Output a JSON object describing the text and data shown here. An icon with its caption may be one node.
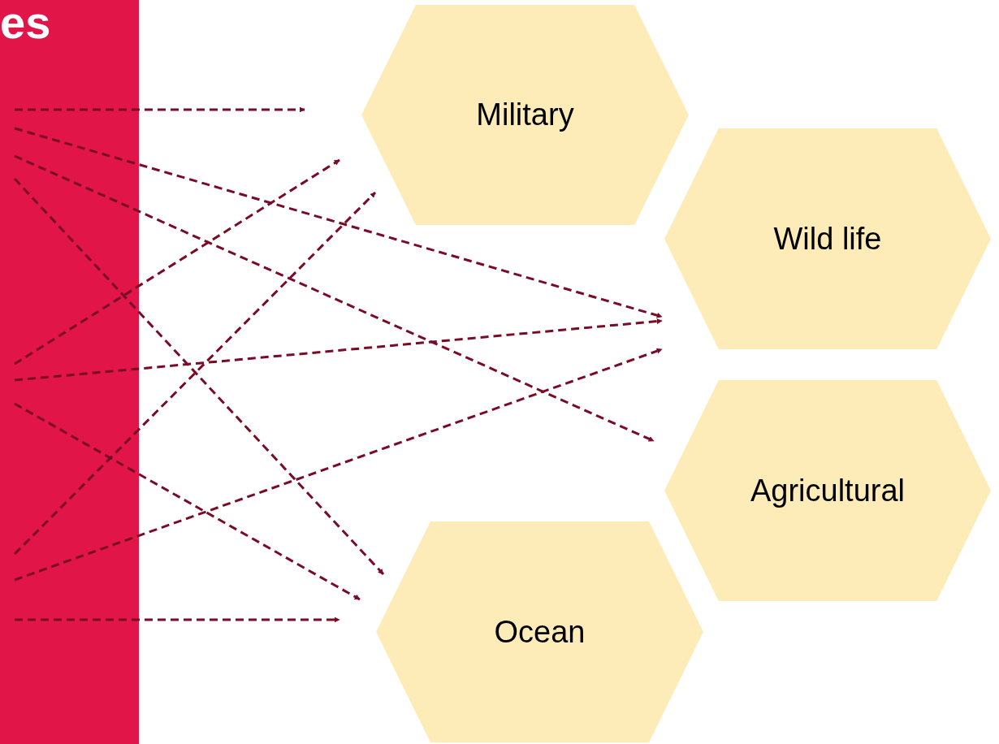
{
  "diagram": {
    "nodes": [
      {
        "text": [
          "es"
        ]
      },
      {
        "text": [
          "Military"
        ]
      },
      {
        "text": [
          "Wild life"
        ]
      },
      {
        "text": [
          "Agricultural"
        ]
      },
      {
        "text": [
          "Ocean"
        ]
      }
    ],
    "edges": [
      {
        "from": 0,
        "to": 1,
        "arrow": "to",
        "style": "dashed"
      },
      {
        "from": 0,
        "to": 2,
        "arrow": "to",
        "style": "dashed"
      },
      {
        "from": 0,
        "to": 3,
        "arrow": "to",
        "style": "dashed"
      },
      {
        "from": 0,
        "to": 4,
        "arrow": "to",
        "style": "dashed"
      },
      {
        "from": 0,
        "to": 1,
        "arrow": "to",
        "style": "dashed"
      },
      {
        "from": 0,
        "to": 2,
        "arrow": "to",
        "style": "dashed"
      },
      {
        "from": 0,
        "to": 4,
        "arrow": "to",
        "style": "dashed"
      },
      {
        "from": 0,
        "to": 1,
        "arrow": "to",
        "style": "dashed"
      },
      {
        "from": 0,
        "to": 2,
        "arrow": "to",
        "style": "dashed"
      },
      {
        "from": 0,
        "to": 4,
        "arrow": "to",
        "style": "dashed"
      }
    ]
  }
}
